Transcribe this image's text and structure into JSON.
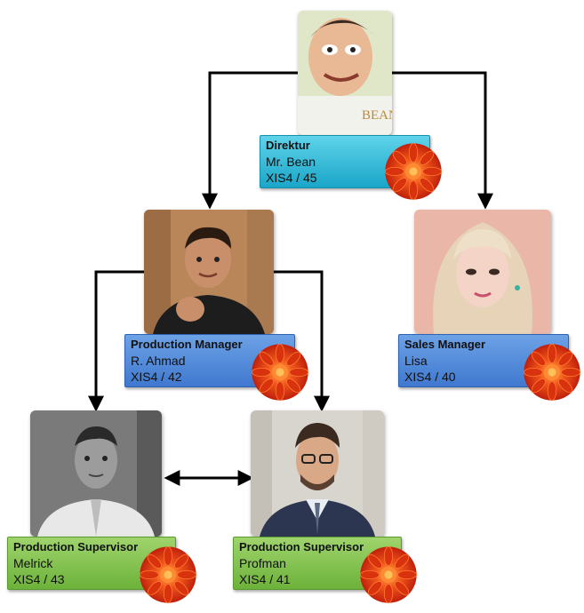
{
  "nodes": {
    "director": {
      "role": "Direktur",
      "name": "Mr. Bean",
      "code": "XIS4 / 45",
      "photo_text": "BEAN"
    },
    "prod_mgr": {
      "role": "Production Manager",
      "name": "R. Ahmad",
      "code": "XIS4 / 42"
    },
    "sales_mgr": {
      "role": "Sales Manager",
      "name": "Lisa",
      "code": "XIS4 / 40"
    },
    "sup_1": {
      "role": "Production Supervisor",
      "name": "Melrick",
      "code": "XIS4 / 43"
    },
    "sup_2": {
      "role": "Production Supervisor",
      "name": "Profman",
      "code": "XIS4 / 41"
    }
  },
  "colors": {
    "director_label": "#2bb5d6",
    "manager_label": "#4a84d8",
    "supervisor_label": "#7cc046",
    "badge": "#e8340f",
    "connector": "#000000"
  },
  "icons": {
    "badge": "red-flower-icon"
  }
}
